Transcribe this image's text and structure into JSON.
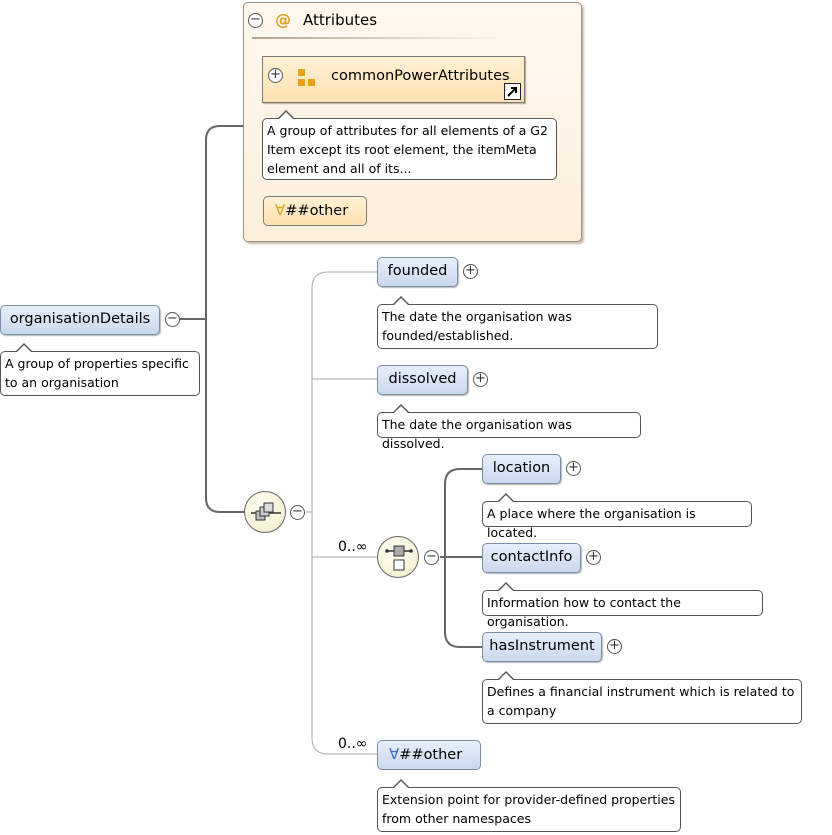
{
  "attributes": {
    "title": "Attributes",
    "group_ref": {
      "name": "commonPowerAttributes",
      "description": "A group of attributes for all elements of a G2 Item except its root element, the itemMeta element and all of its..."
    },
    "any_attribute": {
      "symbol": "∀",
      "label": "##other"
    }
  },
  "root": {
    "name": "organisationDetails",
    "description": "A group of properties specific to an organisation"
  },
  "sequence_children": [
    {
      "name": "founded",
      "description": "The date the organisation was founded/established."
    },
    {
      "name": "dissolved",
      "description": "The date the organisation was dissolved."
    }
  ],
  "choice": {
    "multiplicity": "0..∞",
    "children": [
      {
        "name": "location",
        "description": "A place where the organisation is located."
      },
      {
        "name": "contactInfo",
        "description": "Information how to contact the organisation."
      },
      {
        "name": "hasInstrument",
        "description": "Defines a financial instrument which is related to a company"
      }
    ]
  },
  "any_element": {
    "multiplicity": "0..∞",
    "symbol": "∀",
    "label": "##other",
    "description": "Extension point for provider-defined properties from other namespaces"
  },
  "colors": {
    "element_fill": "#d4e1f4",
    "attribute_panel": "#fcf3e6",
    "group_fill": "#fde6b8",
    "compositor_fill": "#f7f4dc",
    "wire": "#666666"
  },
  "icons": {
    "attribute_marker": "at-sign-icon",
    "group_marker": "attribute-group-icon",
    "shortcut": "shortcut-arrow-icon",
    "sequence": "sequence-compositor-icon",
    "choice": "choice-compositor-icon",
    "collapse": "minus-circle-icon",
    "expand": "plus-circle-icon"
  }
}
